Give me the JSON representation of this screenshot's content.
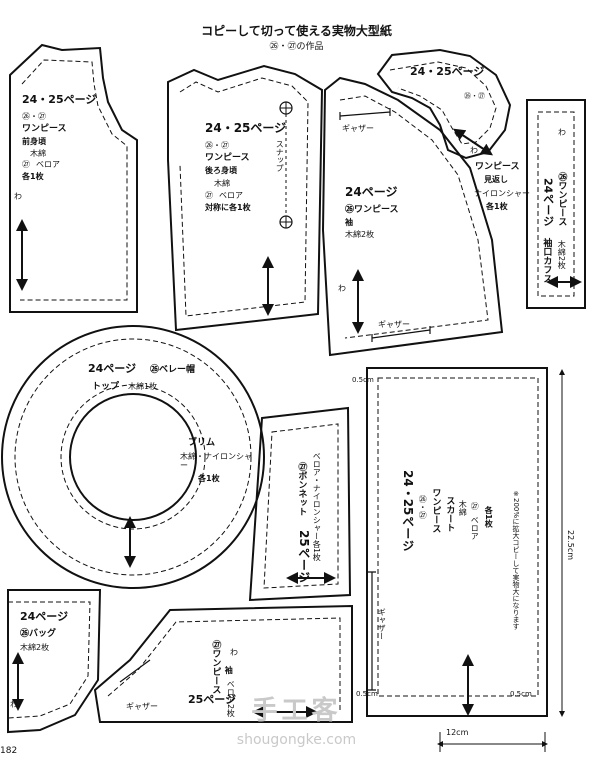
{
  "header": {
    "title": "コピーして切って使える実物大型紙",
    "subtitle": "㉖・㉗の作品"
  },
  "pieces": {
    "front_bodice": {
      "page_ref": "24・25ページ",
      "works": "㉖・㉗",
      "item": "ワンピース",
      "part": "前身頃",
      "fabric_main": "木綿",
      "work_b": "㉗",
      "fabric_b": "ベロア",
      "count": "各1枚",
      "mark": "わ"
    },
    "back_bodice": {
      "page_ref": "24・25ページ",
      "works": "㉖・㉗",
      "item": "ワンピース",
      "part": "後ろ身頃",
      "fabric_main": "木綿",
      "work_b": "㉗",
      "fabric_b": "ベロア",
      "count": "対称に各1枚",
      "snap": "スナップ"
    },
    "sleeve": {
      "page_ref": "24ページ",
      "work": "㉖ワンピース",
      "part": "袖",
      "fabric": "木綿2枚",
      "gather_top": "ギャザー",
      "gather_bottom": "ギャザー",
      "mark": "わ"
    },
    "facing": {
      "page_ref": "24・25ページ",
      "works": "㉖・㉗",
      "item": "ワンピース",
      "part": "見返し",
      "fabric": "ナイロンシャー",
      "count": "各1枚",
      "mark": "わ"
    },
    "cuff": {
      "page_ref": "24ページ",
      "work": "㉖ワンピース",
      "part": "袖口カフス",
      "fabric": "木綿2枚",
      "mark": "わ"
    },
    "beret": {
      "page_ref": "24ページ",
      "work": "㉖ベレー帽",
      "top": "トップ",
      "top_fabric": "木綿1枚",
      "brim": "ブリム",
      "brim_fabric": "木綿・ナイロンシャー",
      "count": "各1枚"
    },
    "bonnet": {
      "page_ref": "25ページ",
      "work": "㉗ボンネット",
      "fabric": "ベロア・ナイロンシャー各1枚"
    },
    "skirt": {
      "page_ref": "24・25ページ",
      "works": "㉖・㉗",
      "item": "ワンピース",
      "part": "スカート",
      "fabric_main": "木綿",
      "work_b": "㉗",
      "fabric_b": "ベロア",
      "count": "各1枚",
      "seam_top": "0.5cm",
      "seam_bottom_left": "0.5cm",
      "seam_bottom_right": "0.5cm",
      "gather": "ギャザー",
      "height": "22.5cm",
      "width": "12cm",
      "note": "※200%に拡大コピーして実物大になります"
    },
    "bag": {
      "page_ref": "24ページ",
      "work": "㉖バッグ",
      "fabric": "木綿2枚",
      "mark": "わ"
    },
    "sleeve_27": {
      "page_ref": "25ページ",
      "work": "㉗ワンピース",
      "part": "袖",
      "fabric": "ベロア2枚",
      "gather": "ギャザー",
      "mark": "わ"
    }
  },
  "footer": {
    "page_number": "182",
    "watermark_logo": "手工客",
    "watermark_url": "shougongke.com"
  }
}
